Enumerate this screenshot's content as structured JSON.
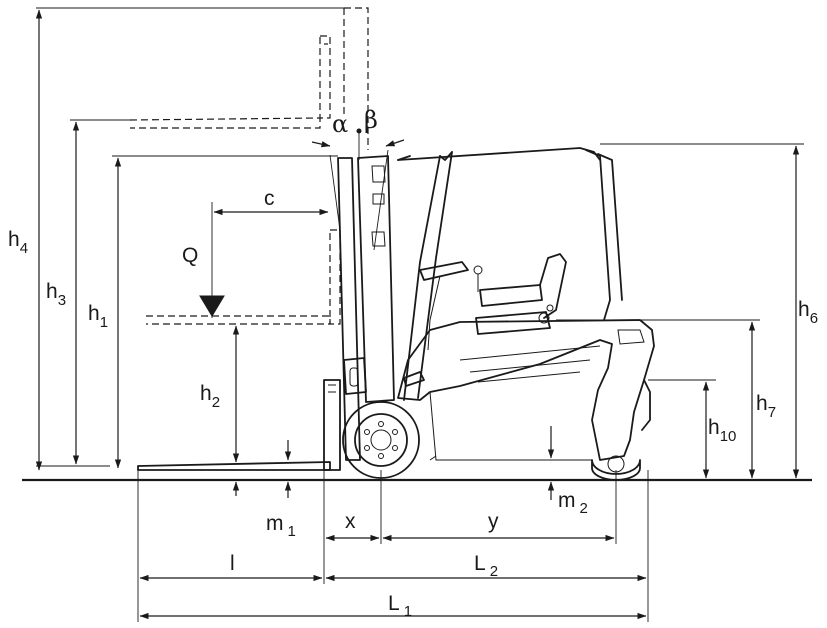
{
  "labels": {
    "h4": {
      "main": "h",
      "sub": "4"
    },
    "h3": {
      "main": "h",
      "sub": "3"
    },
    "h1": {
      "main": "h",
      "sub": "1"
    },
    "h2": {
      "main": "h",
      "sub": "2"
    },
    "h6": {
      "main": "h",
      "sub": "6"
    },
    "h7": {
      "main": "h",
      "sub": "7"
    },
    "h10": {
      "main": "h",
      "sub": "10"
    },
    "c": "c",
    "Q": "Q",
    "alpha": "α",
    "beta": "β",
    "m1": {
      "main": "m",
      "sub": "1"
    },
    "m2": {
      "main": "m",
      "sub": "2"
    },
    "x": "x",
    "y": "y",
    "l": "l",
    "L2": {
      "main": "L",
      "sub": "2"
    },
    "L1": {
      "main": "L",
      "sub": "1"
    }
  }
}
